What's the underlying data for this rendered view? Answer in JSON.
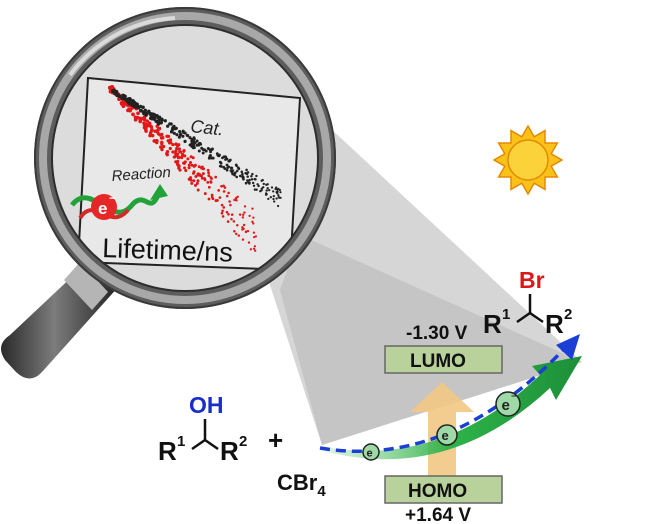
{
  "magnifier": {
    "plot_label_catalyst": "Cat.",
    "plot_label_reaction": "Reaction",
    "plot_axis_label": "Lifetime/ns",
    "electron_symbol": "e",
    "electron_charge": "−"
  },
  "reactant": {
    "substituent": "OH",
    "r1": "R",
    "r1_sup": "1",
    "r2": "R",
    "r2_sup": "2",
    "plus": "+",
    "reagent": "CBr",
    "reagent_sub": "4"
  },
  "product": {
    "substituent": "Br",
    "r1": "R",
    "r1_sup": "1",
    "r2": "R",
    "r2_sup": "2"
  },
  "orbitals": {
    "lumo_label": "LUMO",
    "lumo_potential": "-1.30 V",
    "homo_label": "HOMO",
    "homo_potential": "+1.64 V"
  },
  "electron_transfer": {
    "electron_symbol": "e",
    "electron_charge": "−"
  },
  "colors": {
    "substituent_oh": "#1a2ccc",
    "substituent_br": "#e0151b",
    "orbital_box": "#b9d29c",
    "energy_arrow": "#f2c784",
    "transfer_arrow": "#2fb34a",
    "dashed_arrow": "#1b3fd4",
    "sun": "#f9c21a",
    "decay_red": "#e01818",
    "decay_black": "#222222",
    "light_beam": "#c9c9c9"
  }
}
